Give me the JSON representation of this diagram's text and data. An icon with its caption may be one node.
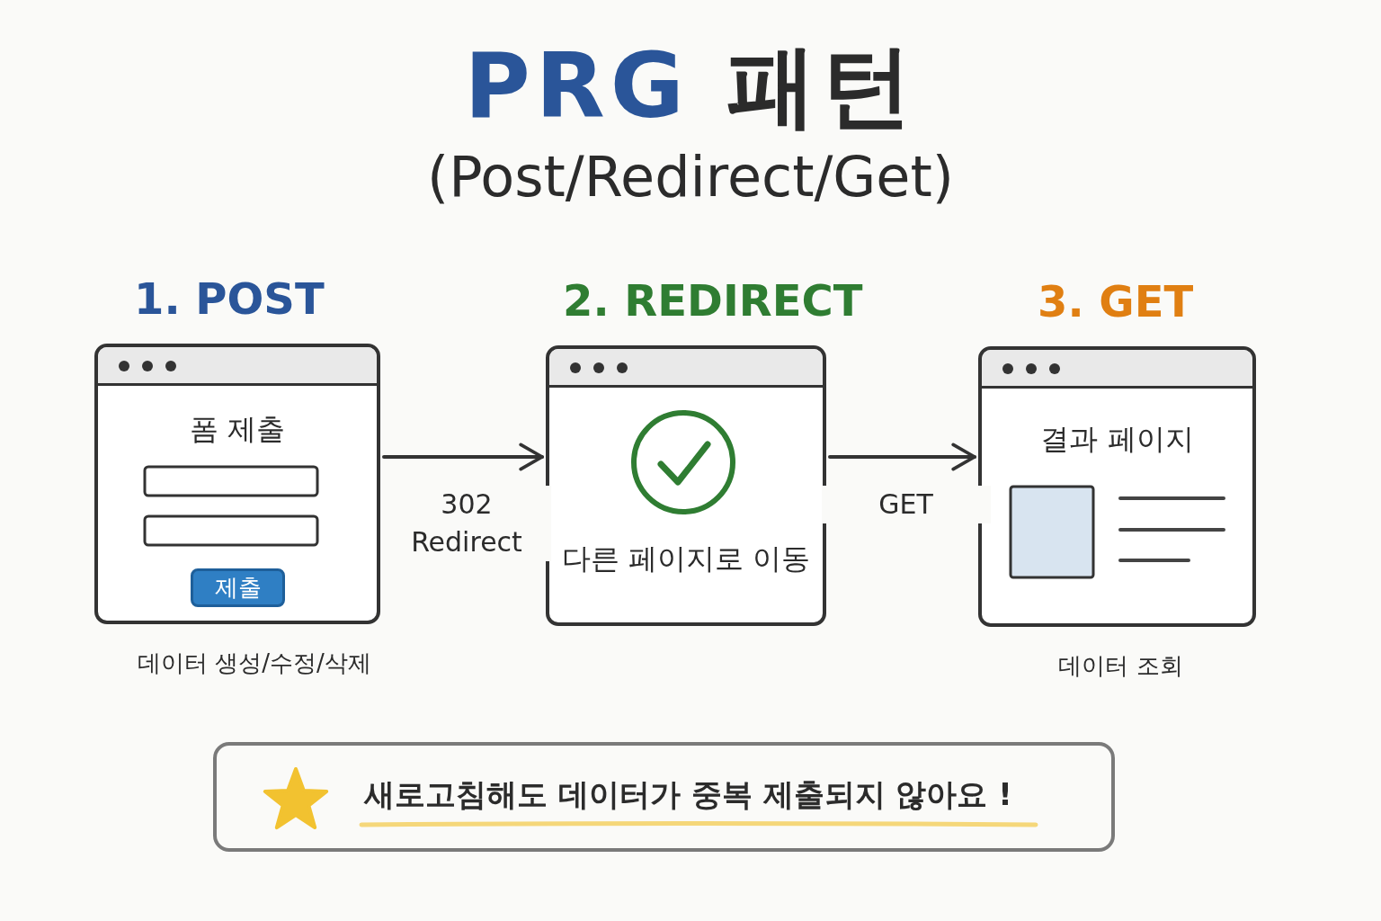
{
  "diagram": {
    "title": "PRG 패턴",
    "nodes": [
      {
        "text": [
          "1. POST",
          "폼 제출"
        ],
        "beside": [
          "데이터 생성/수정/삭제"
        ]
      },
      {
        "text": [
          "제출"
        ],
        "in": 0
      },
      {
        "text": [
          "2. REDIRECT",
          "다른 페이지로 이동"
        ]
      },
      {
        "text": [
          "3. GET",
          "결과 페이지"
        ],
        "beside": [
          "데이터 조회"
        ]
      },
      {
        "text": [
          "새로고침해도 데이터가 중복 제출되지 않아요 !"
        ]
      }
    ],
    "edges": [
      {
        "from": 0,
        "to": 2,
        "arrow": "to",
        "label": "302 Redirect"
      },
      {
        "from": 2,
        "to": 3,
        "arrow": "to",
        "label": "GET"
      }
    ],
    "labels": [
      "(Post/Redirect/Get)"
    ]
  }
}
